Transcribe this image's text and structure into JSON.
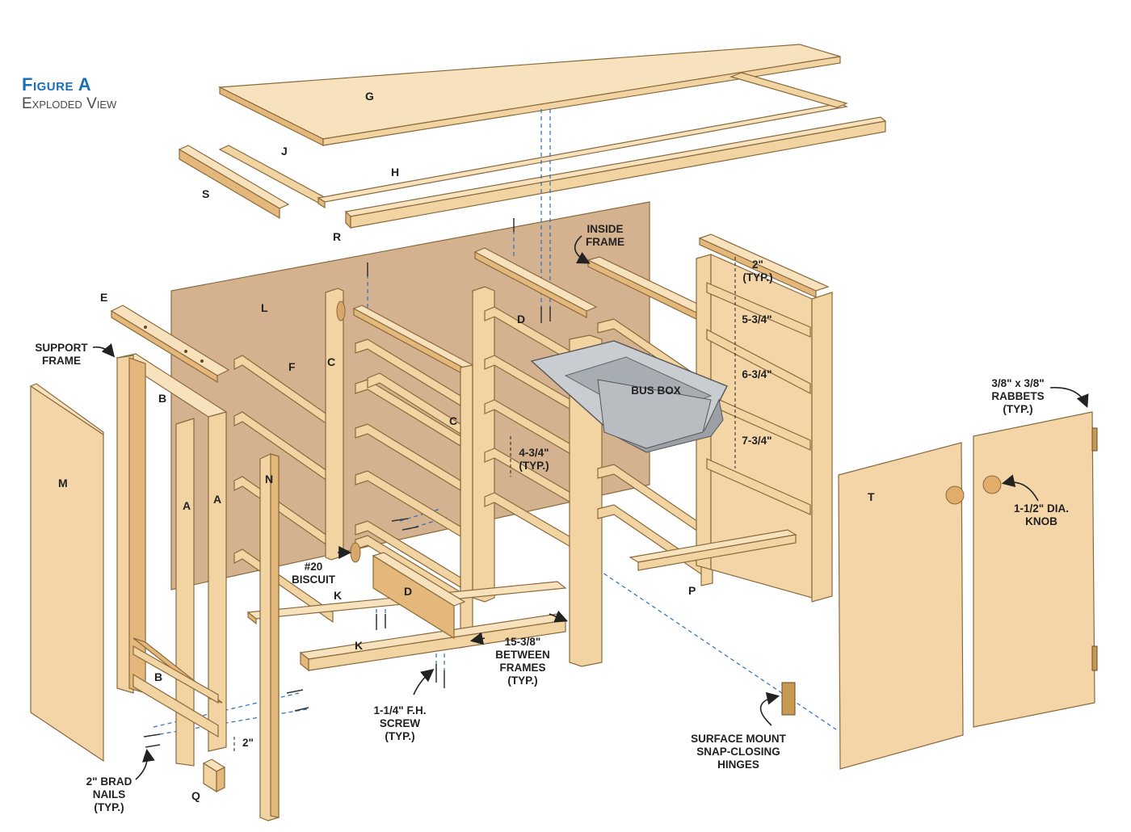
{
  "figure": {
    "title": "Figure A",
    "subtitle": "Exploded View"
  },
  "parts": {
    "A1": "A",
    "A2": "A",
    "B1": "B",
    "B2": "B",
    "C1": "C",
    "C2": "C",
    "D1": "D",
    "D2": "D",
    "E": "E",
    "F": "F",
    "G": "G",
    "H": "H",
    "J": "J",
    "K1": "K",
    "K2": "K",
    "L": "L",
    "M": "M",
    "N": "N",
    "P": "P",
    "Q": "Q",
    "R": "R",
    "S": "S",
    "T": "T"
  },
  "callouts": {
    "support_frame": [
      "SUPPORT",
      "FRAME"
    ],
    "inside_frame": [
      "INSIDE",
      "FRAME"
    ],
    "bus_box": "BUS BOX",
    "biscuit": [
      "#20",
      "BISCUIT"
    ],
    "brad_nails": [
      "2\" BRAD",
      "NAILS",
      "(TYP.)"
    ],
    "screw": [
      "1-1/4\" F.H.",
      "SCREW",
      "(TYP.)"
    ],
    "between_frames": [
      "15-3/8\"",
      "BETWEEN",
      "FRAMES",
      "(TYP.)"
    ],
    "hinges": [
      "SURFACE MOUNT",
      "SNAP-CLOSING",
      "HINGES"
    ],
    "rabbets": [
      "3/8\" x 3/8\"",
      "RABBETS",
      "(TYP.)"
    ],
    "knob": [
      "1-1/2\" DIA.",
      "KNOB"
    ]
  },
  "dimensions": {
    "top_gap": [
      "2\"",
      "(TYP.)"
    ],
    "d1": "5-3/4\"",
    "d2": "6-3/4\"",
    "d3": "7-3/4\"",
    "slat_spacing": [
      "4-3/4\"",
      "(TYP.)"
    ],
    "bottom_gap": "2\""
  },
  "colors": {
    "title_blue": "#1d6fb4",
    "wood": "#f2d3a2",
    "back_panel": "#d4b28f",
    "bus_box": "#b9bcc0",
    "dashed_lines": "#2a6fb8"
  }
}
